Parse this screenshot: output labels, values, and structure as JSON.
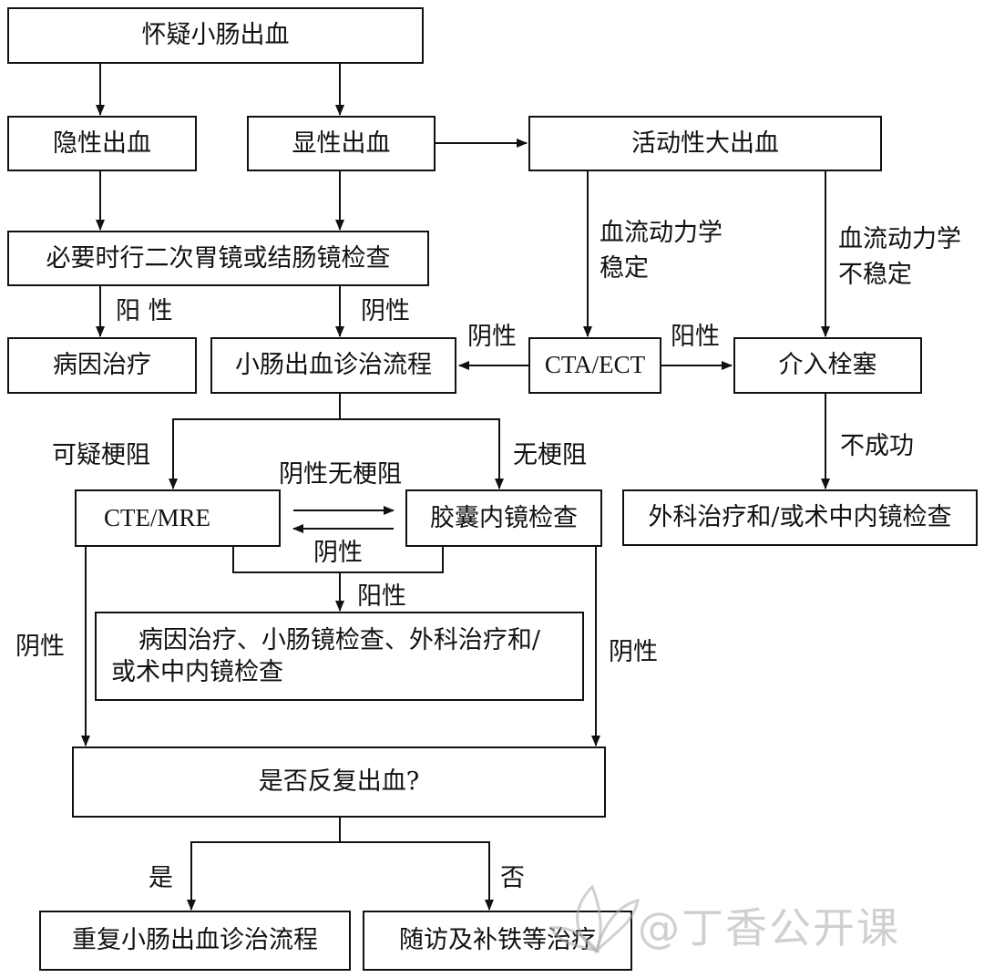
{
  "nodes": {
    "suspect": "怀疑小肠出血",
    "occult": "隐性出血",
    "overt": "显性出血",
    "massive": "活动性大出血",
    "repeat_endoscopy": "必要时行二次胃镜或结肠镜检查",
    "etiology_treatment": "病因治疗",
    "workup": "小肠出血诊治流程",
    "cta_ect": "CTA/ECT",
    "embolization": "介入栓塞",
    "surgery": "外科治疗和/或术中内镜检查",
    "cte_mre": "CTE/MRE",
    "capsule": "胶囊内镜检查",
    "treatment_options_line1": "病因治疗、小肠镜检查、外科治疗和/",
    "treatment_options_line2": "或术中内镜检查",
    "rebleed": "是否反复出血?",
    "repeat_workup": "重复小肠出血诊治流程",
    "followup": "随访及补铁等治疗"
  },
  "edge_labels": {
    "positive_1": "阳 性",
    "negative_1": "阴性",
    "stable_line1": "血流动力学",
    "stable_line2": "稳定",
    "unstable_line1": "血流动力学",
    "unstable_line2": "不稳定",
    "negative_cta": "阴性",
    "positive_cta": "阳性",
    "failed": "不成功",
    "suspected_obstruction": "可疑梗阻",
    "no_obstruction": "无梗阻",
    "negative_no_obstruction": "阴性无梗阻",
    "negative_back": "阴性",
    "positive_2": "阳性",
    "negative_left": "阴性",
    "negative_right": "阴性",
    "yes": "是",
    "no": "否"
  },
  "watermark": {
    "text": "@丁香公开课"
  }
}
